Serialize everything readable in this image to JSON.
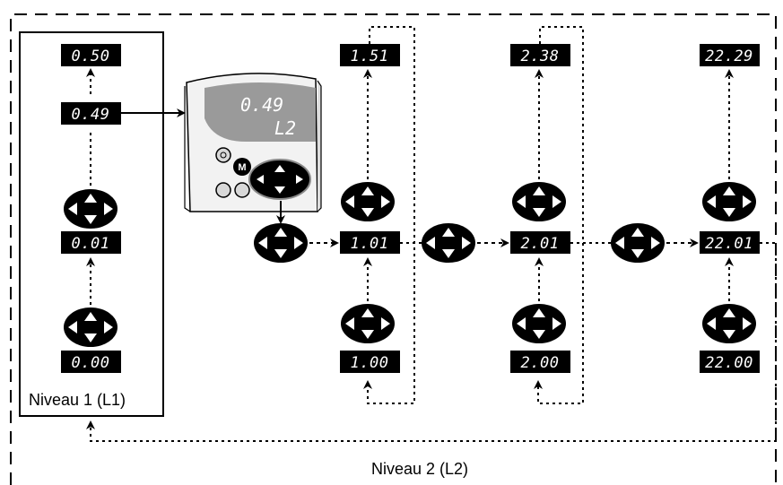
{
  "level1": {
    "title": "Niveau 1 (L1)",
    "params": [
      "0.50",
      "0.49",
      "0.01",
      "0.00"
    ]
  },
  "level2": {
    "title": "Niveau 2 (L2)",
    "menus": [
      {
        "top": "1.51",
        "first": "1.01",
        "zero": "1.00"
      },
      {
        "top": "2.38",
        "first": "2.01",
        "zero": "2.00"
      },
      {
        "top": "22.29",
        "first": "22.01",
        "zero": "22.00"
      }
    ]
  },
  "device": {
    "display_value": "0.49",
    "display_level": "L2",
    "mode_button": "M"
  },
  "icons": {
    "navigation": "navigation-pad-icon",
    "stop": "stop-button-icon",
    "reset": "reset-button-icon",
    "run": "run-button-icon",
    "mode": "mode-button-icon"
  }
}
